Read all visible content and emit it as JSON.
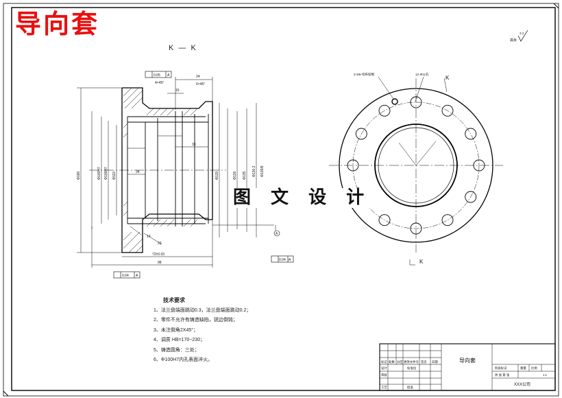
{
  "drawing": {
    "title": "导向套",
    "watermark": "图 文 设 计",
    "section_label": "K — K",
    "view_label_k": "K",
    "view_arrow_k": "K",
    "datum": "A",
    "roughness_note": "其余",
    "roughness_value": "3.2"
  },
  "dimensions": {
    "top_24": "24",
    "top_4x45": "4×45°",
    "top_15": "15",
    "top_6x45": "6×45°",
    "dia_left_outer": "Φ180",
    "dia_1": "Φ100H7",
    "dia_2": "Φ106H7",
    "dia_3": "Φ119",
    "dia_4": "Φ120",
    "dia_5": "Φ126",
    "dia_6": "Φ135",
    "dia_7": "Φ130.2",
    "dia_8": "Φ135f9",
    "dim_34": "34",
    "dim_33": "33",
    "dim_14": "14",
    "dim_22": "22",
    "dim_len": "72±0.03",
    "dim_98": "98",
    "tol_top": "0.05",
    "tol_mid": "0.04",
    "tol_bottom": "0.04",
    "hole_note_1": "2-Φ8-均布铰制",
    "hole_note_2": "12-Φ11孔"
  },
  "notes": {
    "heading": "技术要求",
    "items": [
      "1、法兰盘端面跳动0.3，法兰盘端面跳动0.2；",
      "2、零件不允许有铸造缺陷，锐边倒钝；",
      "3、未注倒角2X45°；",
      "4、调质 HB=170~230；",
      "5、铸造圆角：三处；",
      "6、Φ100H7内孔表面淬火。"
    ]
  },
  "title_block": {
    "part_name": "导向套",
    "company": "XXX公司",
    "scale_value": "1:1",
    "labels": {
      "mark": "标记",
      "count": "处数",
      "zone": "分区",
      "change_doc": "更改文件号",
      "sign": "签名",
      "date": "日期",
      "design": "设计",
      "standard": "标准化",
      "check": "审核",
      "process": "工艺",
      "approve": "批准",
      "stage": "阶段标记",
      "weight": "重量",
      "scale": "比例",
      "sheet": "共 张 第 张"
    }
  }
}
